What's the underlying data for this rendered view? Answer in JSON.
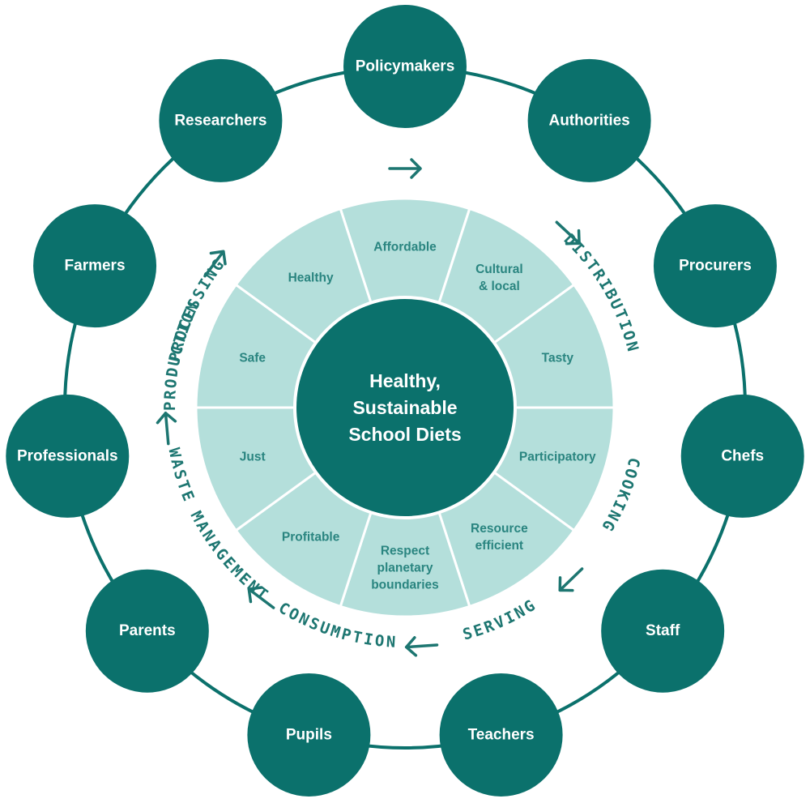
{
  "colors": {
    "node": "#0b716c",
    "ring": "#0b716c",
    "center": "#0b716c",
    "segment": "#b4dfdb",
    "segment_divider": "#ffffff",
    "segment_text": "#2a8580",
    "stage_text": "#1d7671",
    "arrow": "#1d7671"
  },
  "center": {
    "lines": [
      "Healthy,",
      "Sustainable",
      "School Diets"
    ]
  },
  "segments": [
    {
      "lines": [
        "Affordable"
      ]
    },
    {
      "lines": [
        "Cultural",
        "& local"
      ]
    },
    {
      "lines": [
        "Tasty"
      ]
    },
    {
      "lines": [
        "Participatory"
      ]
    },
    {
      "lines": [
        "Resource",
        "efficient"
      ]
    },
    {
      "lines": [
        "Respect",
        "planetary",
        "boundaries"
      ]
    },
    {
      "lines": [
        "Profitable"
      ]
    },
    {
      "lines": [
        "Just"
      ]
    },
    {
      "lines": [
        "Safe"
      ]
    },
    {
      "lines": [
        "Healthy"
      ]
    }
  ],
  "stages": [
    {
      "label": "PROCESSING"
    },
    {
      "label": "DISTRIBUTION"
    },
    {
      "label": "COOKING"
    },
    {
      "label": "SERVING"
    },
    {
      "label": "CONSUMPTION"
    },
    {
      "label": "WASTE MANAGEMENT"
    },
    {
      "label": "PRODUCTION"
    }
  ],
  "arrows": [
    {
      "icon": "arrow-right-icon"
    },
    {
      "icon": "arrow-down-right-icon"
    },
    {
      "icon": "arrow-down-icon"
    },
    {
      "icon": "arrow-down-left-icon"
    },
    {
      "icon": "arrow-left-icon"
    },
    {
      "icon": "arrow-up-icon"
    },
    {
      "icon": "arrow-up-right-icon"
    }
  ],
  "stakeholders": [
    {
      "label": "Policymakers"
    },
    {
      "label": "Authorities"
    },
    {
      "label": "Procurers"
    },
    {
      "label": "Chefs"
    },
    {
      "label": "Staff"
    },
    {
      "label": "Teachers"
    },
    {
      "label": "Pupils"
    },
    {
      "label": "Parents"
    },
    {
      "label": "Professionals"
    },
    {
      "label": "Farmers"
    },
    {
      "label": "Researchers"
    }
  ]
}
